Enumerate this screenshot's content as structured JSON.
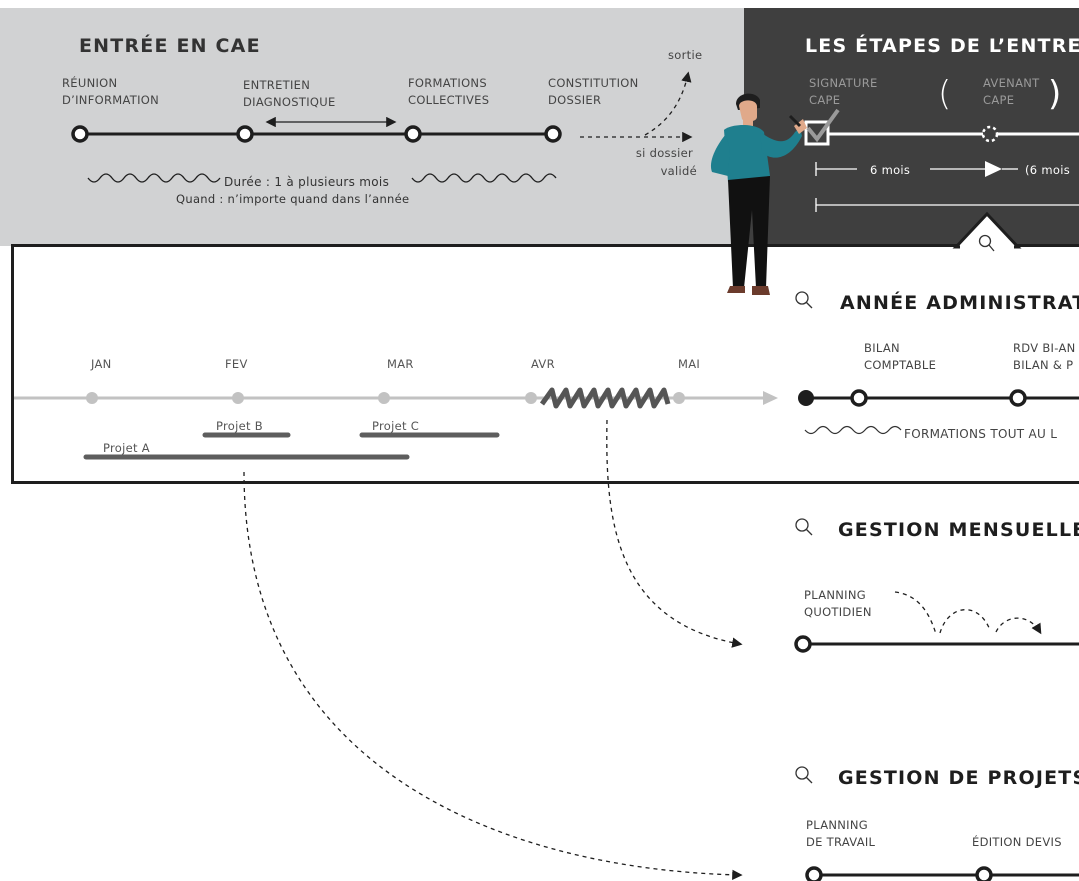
{
  "colors": {
    "panel_light": "#d1d2d3",
    "panel_dark": "#3f3f3f",
    "line": "#1e1e1e",
    "timeline_grey": "#c2c2c2",
    "bar_grey": "#5e5e5e",
    "shirt_teal": "#1f7f8e"
  },
  "entry": {
    "title": "ENTRÉE EN CAE",
    "steps": [
      {
        "l1": "RÉUNION",
        "l2": "D’INFORMATION"
      },
      {
        "l1": "ENTRETIEN",
        "l2": "DIAGNOSTIQUE"
      },
      {
        "l1": "FORMATIONS",
        "l2": "COLLECTIVES"
      },
      {
        "l1": "CONSTITUTION",
        "l2": "DOSSIER"
      }
    ],
    "sortie": "sortie",
    "validated_l1": "si dossier",
    "validated_l2": "validé",
    "duration": "Durée : 1 à plusieurs mois",
    "when": "Quand : n’importe quand dans l’année"
  },
  "stages": {
    "title": "LES ÉTAPES DE L’ENTREP",
    "signature_l1": "SIGNATURE",
    "signature_l2": "CAPE",
    "avenant_l1": "AVENANT",
    "avenant_l2": "CAPE",
    "six_months": "6 mois",
    "six_months_paren": "(6 mois"
  },
  "calendar": {
    "months": [
      "JAN",
      "FEV",
      "MAR",
      "AVR",
      "MAI"
    ],
    "projects": [
      "Projet A",
      "Projet B",
      "Projet C"
    ]
  },
  "admin": {
    "title": "ANNÉE ADMINISTRATI",
    "bilan_l1": "BILAN",
    "bilan_l2": "COMPTABLE",
    "rdv_l1": "RDV BI-AN",
    "rdv_l2": "BILAN & P",
    "formations": "FORMATIONS TOUT AU L"
  },
  "monthly": {
    "title": "GESTION MENSUELLE",
    "planning_l1": "PLANNING",
    "planning_l2": "QUOTIDIEN"
  },
  "projects_mgmt": {
    "title": "GESTION DE PROJETS",
    "planning_l1": "PLANNING",
    "planning_l2": "DE TRAVAIL",
    "devis": "ÉDITION DEVIS"
  }
}
